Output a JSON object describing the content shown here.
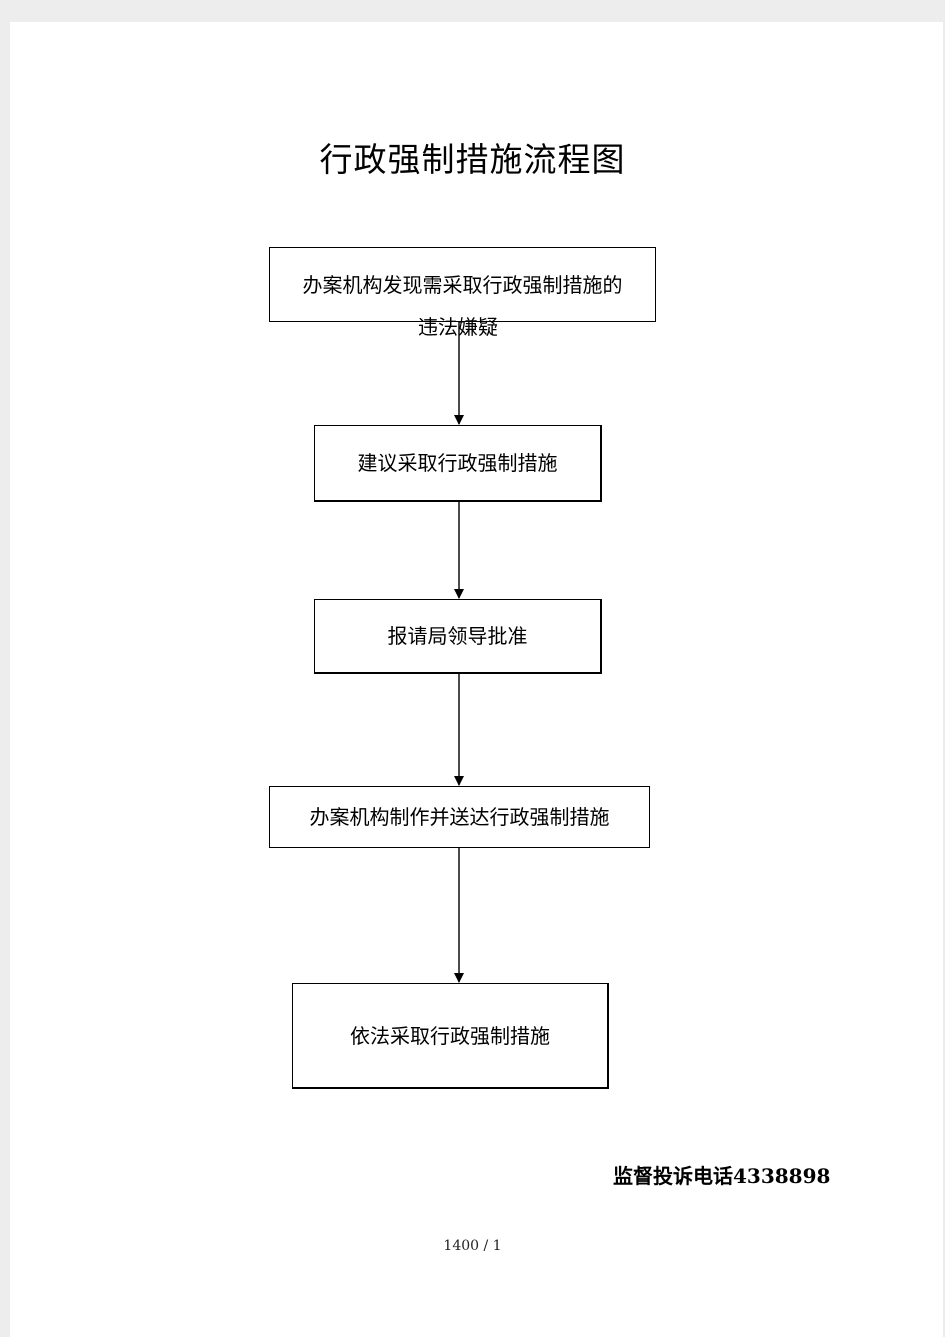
{
  "document": {
    "title": "行政强制措施流程图",
    "steps": [
      {
        "label_line1": "办案机构发现需采取行政强制措施的",
        "label_line2": "违法嫌疑"
      },
      {
        "label": "建议采取行政强制措施"
      },
      {
        "label": "报请局领导批准"
      },
      {
        "label": "办案机构制作并送达行政强制措施"
      },
      {
        "label": "依法采取行政强制措施"
      }
    ],
    "contact": "监督投诉电话4338898",
    "page_number": "1400  /  1"
  }
}
